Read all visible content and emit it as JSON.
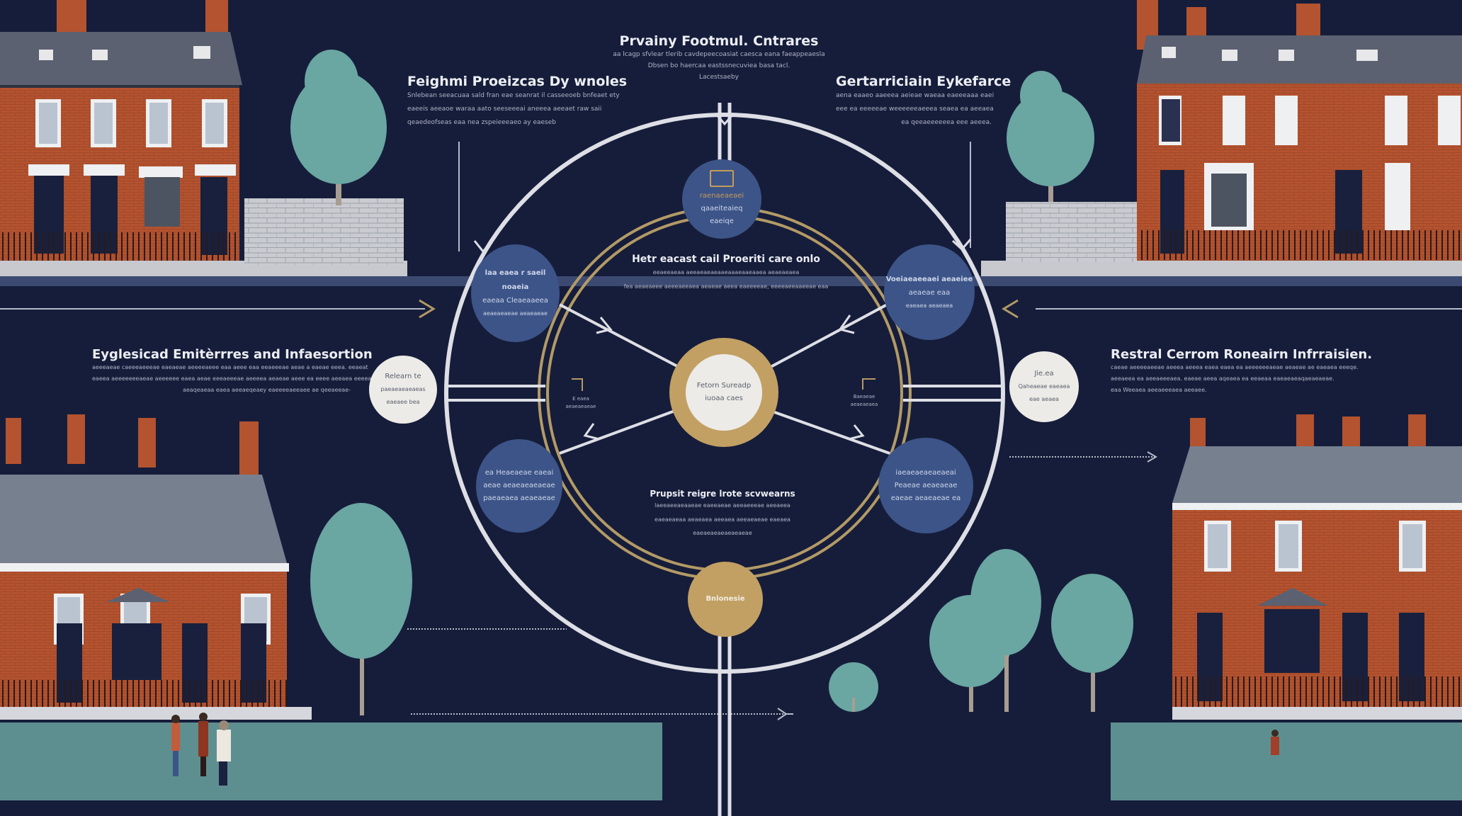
{
  "colors": {
    "background": "#161d3a",
    "brick": "#b4532f",
    "roof": "#5b6170",
    "tree": "#6aa6a2",
    "ground": "#5e8f90",
    "ring_white": "#dedfe6",
    "ring_gold": "#b39a66",
    "node_blue": "#3c5488",
    "node_cream": "#ecebe7",
    "node_gold": "#c2a063"
  },
  "header": {
    "title": "Prvainy Footmul. Cntrares",
    "lines": [
      "aa lcagp sfvlear  tlerib cavdepeecoasiat caesca eana faeappeaesla",
      "Dbsen bo haercaa eastssnecuviea basa tacl.",
      "Lacestsaeby"
    ]
  },
  "sections": {
    "top_left": {
      "title": "Feighmi Proeizcas Dy wnoles",
      "lines": [
        "Snlebean  seeacuaa sald fran eae seanrat il casseeoeb bnfeaet ety",
        "eaeeis aeeaoe waraa aato seeseeeai aneeea aeeaet raw saii",
        "qeaedeofseas eaa nea zspeieeeaeo ay eaeseb"
      ]
    },
    "top_right": {
      "title": "Gertarriciain Eykefarce",
      "lines": [
        "aena eaaeo aaeeea aeieae waeaa eaeeeaaa eaei",
        "eee ea eeeeeae weeeeeeaeeea seaea ea aeeaea",
        "ea qeeaeeeeeea eee aeeea."
      ]
    },
    "mid_left": {
      "title": "Eyglesicad Emitèrrres and Infaesortion",
      "lines": [
        "aeeeaeae caeeeaeeeae eaeaeae aeeeeaeee eaa aeee eaa eeaeeeae aeae a eaeae eeea. eeaeat",
        "eaeea aeeeeeeeaeae aeeeeee eaea aeae eeeaeeeae aeeeea aeaeae aeee ea eeee aeeaea eeeeaj",
        "aeaqeaeaa eaea aeeaeqeaey eaeeeeaeeaee ae qeeaeeae-"
      ]
    },
    "mid_right": {
      "title": "Restral Cerrom Roneairn Infrraisien.",
      "lines": [
        "caeae aeeeeaeeae aeeea aeeea eaea eaea ea aeeeeeeaeae aeaeae ae eaeaea eeeqe.",
        "aeeaeea ea aeeaeeeaea. eaeae aeea aqeaea ea eeaeaa eaeaeaeaqaeaeaeae.",
        "eaa Weeaea aeeaeeeaea aeeaee."
      ]
    }
  },
  "diagram": {
    "center_node": {
      "line1": "Fetorn Sureadp",
      "line2": "iuoaa caes"
    },
    "inner_text": {
      "title": "Hetr eacast cail Proeriti care onlo",
      "lines": [
        "eeaeeaeaa aeeaeaeaeaaeaaaeaaeaaea aeaeaeaea",
        "fea  aeaeaeee aeeeaeeaea aeaeae aeea eaeeeeae, eeeeaeeaaeeae eaa"
      ]
    },
    "lower_text": {
      "title": "Prupsit reigre lrote scvwearns",
      "lines": [
        "laeeaeeaeaaeae eaeeaeae aeeaeeeae aeeaeea",
        "eaeaeaeaa aeaeaea aeeaea aeeaeaeae eaeaea",
        "eaeaeaeaeaeaeaeae"
      ]
    },
    "nodes": [
      {
        "id": "top",
        "icon": "document-icon",
        "line1": "raenaeaeaei",
        "line2": "qaaeiteaieq",
        "line3": "eaeiqe"
      },
      {
        "id": "upper-left",
        "line1": "laa  eaea r saeil noaeia",
        "line2": "eaeaa Cleaeaaeea",
        "line3": "aeaeaeaeae aeaeaeae"
      },
      {
        "id": "upper-right",
        "line1": "Voeiaeaeeaei aeaeiee",
        "line2": "aeaeae eaa",
        "line3": "eaeaea aeaeaea"
      },
      {
        "id": "lower-left",
        "line1": "ea Heaeaeae eaeai",
        "line2": "aeae aeaeaeaeaeae",
        "line3": "paeaeaea aeaeaeae"
      },
      {
        "id": "lower-right",
        "line1": "iaeaeaeaeaeaeai",
        "line2": "Peaeae aeaeaeae",
        "line3": "eaeae aeaeaeae ea"
      },
      {
        "id": "bottom",
        "line1": "Bnlonesie"
      }
    ],
    "side_nodes": {
      "left": {
        "line1": "Relearn te",
        "line2": "paeaeaeaeaeas",
        "line3": "eaeaee bea"
      },
      "right": {
        "line1": "Jie.ea",
        "line2": "Qaheaeae eaeaea",
        "line3": "eae aeaea"
      }
    },
    "corner_labels": {
      "left": {
        "line1": "E eaea",
        "line2": "aeaeaeaeae"
      },
      "right": {
        "line1": "Baeaeae",
        "line2": "aeaeaeaea"
      }
    }
  }
}
